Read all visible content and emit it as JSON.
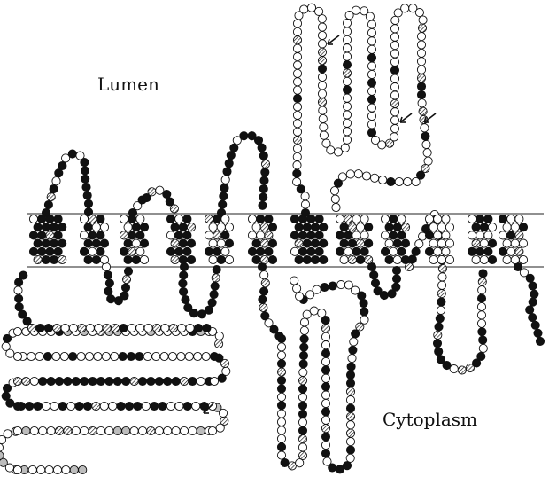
{
  "labels": {
    "lumen": "Lumen",
    "cytoplasm": "Cytoplasm"
  },
  "colors": {
    "background": "#ffffff",
    "membrane_line": "#222222",
    "bead_outline": "#111111",
    "residue_black": "#111111",
    "residue_white": "#ffffff",
    "residue_gray": "#bdbdbd",
    "residue_hatched": "hatched"
  },
  "legend_of_bead_types": [
    "black",
    "white",
    "gray",
    "hatched"
  ]
}
